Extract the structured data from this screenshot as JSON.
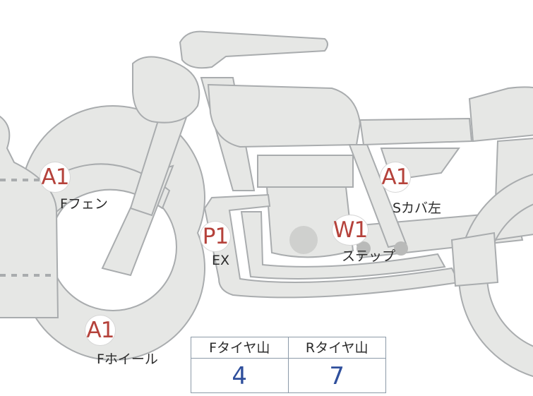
{
  "markers": [
    {
      "id": "front-fender",
      "code": "A1",
      "label": "Fフェン"
    },
    {
      "id": "side-cover-left",
      "code": "A1",
      "label": "Sカバ左"
    },
    {
      "id": "exhaust",
      "code": "P1",
      "label": "EX"
    },
    {
      "id": "step",
      "code": "W1",
      "label": "ステップ"
    },
    {
      "id": "front-wheel",
      "code": "A1",
      "label": "Fホイール"
    }
  ],
  "tread_table": {
    "front": {
      "label": "Fタイヤ山",
      "value": "4"
    },
    "rear": {
      "label": "Rタイヤ山",
      "value": "7"
    }
  },
  "colors": {
    "marker_code": "#b5423b",
    "tread_value": "#2f4f9c",
    "body_fill": "#e6e7e5",
    "outline": "#a9acae"
  }
}
